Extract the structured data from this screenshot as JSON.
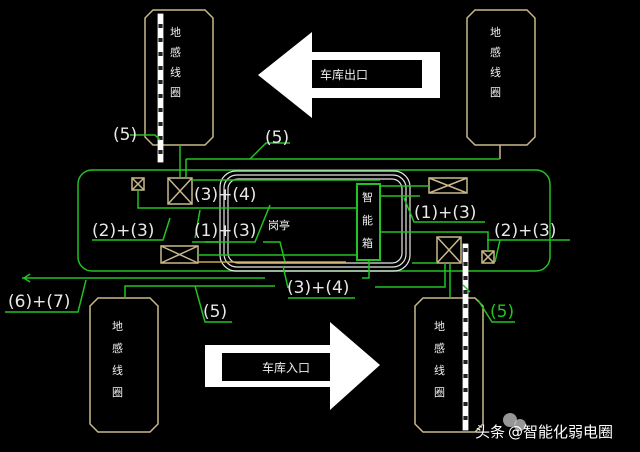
{
  "loops": [
    {
      "chars": [
        "地",
        "感",
        "线",
        "圈"
      ]
    },
    {
      "chars": [
        "地",
        "感",
        "线",
        "圈"
      ]
    },
    {
      "chars": [
        "地",
        "感",
        "线",
        "圈"
      ]
    },
    {
      "chars": [
        "地",
        "感",
        "线",
        "圈"
      ]
    }
  ],
  "exit_label": "车库出口",
  "entry_label": "车库入口",
  "booth_label": "岗亭",
  "smart_box": {
    "chars": [
      "智",
      "能",
      "箱"
    ]
  },
  "cables": {
    "c5_top_left": "(5)",
    "c5_top_mid": "(5)",
    "c34_top": "(3)+(4)",
    "c23_left": "(2)+(3)",
    "c13_center": "(1)+(3)",
    "c13_right": "(1)+(3)",
    "c23_right": "(2)+(3)",
    "c34_bottom": "(3)+(4)",
    "c67": "(6)+(7)",
    "c5_bottom_left": "(5)",
    "c5_bottom_right": "(5)"
  },
  "watermark": {
    "prefix": "头条",
    "handle": "@智能化弱电圈"
  },
  "colors": {
    "cable": "#22c322",
    "equipment": "#c9b98a",
    "background": "#000000"
  }
}
